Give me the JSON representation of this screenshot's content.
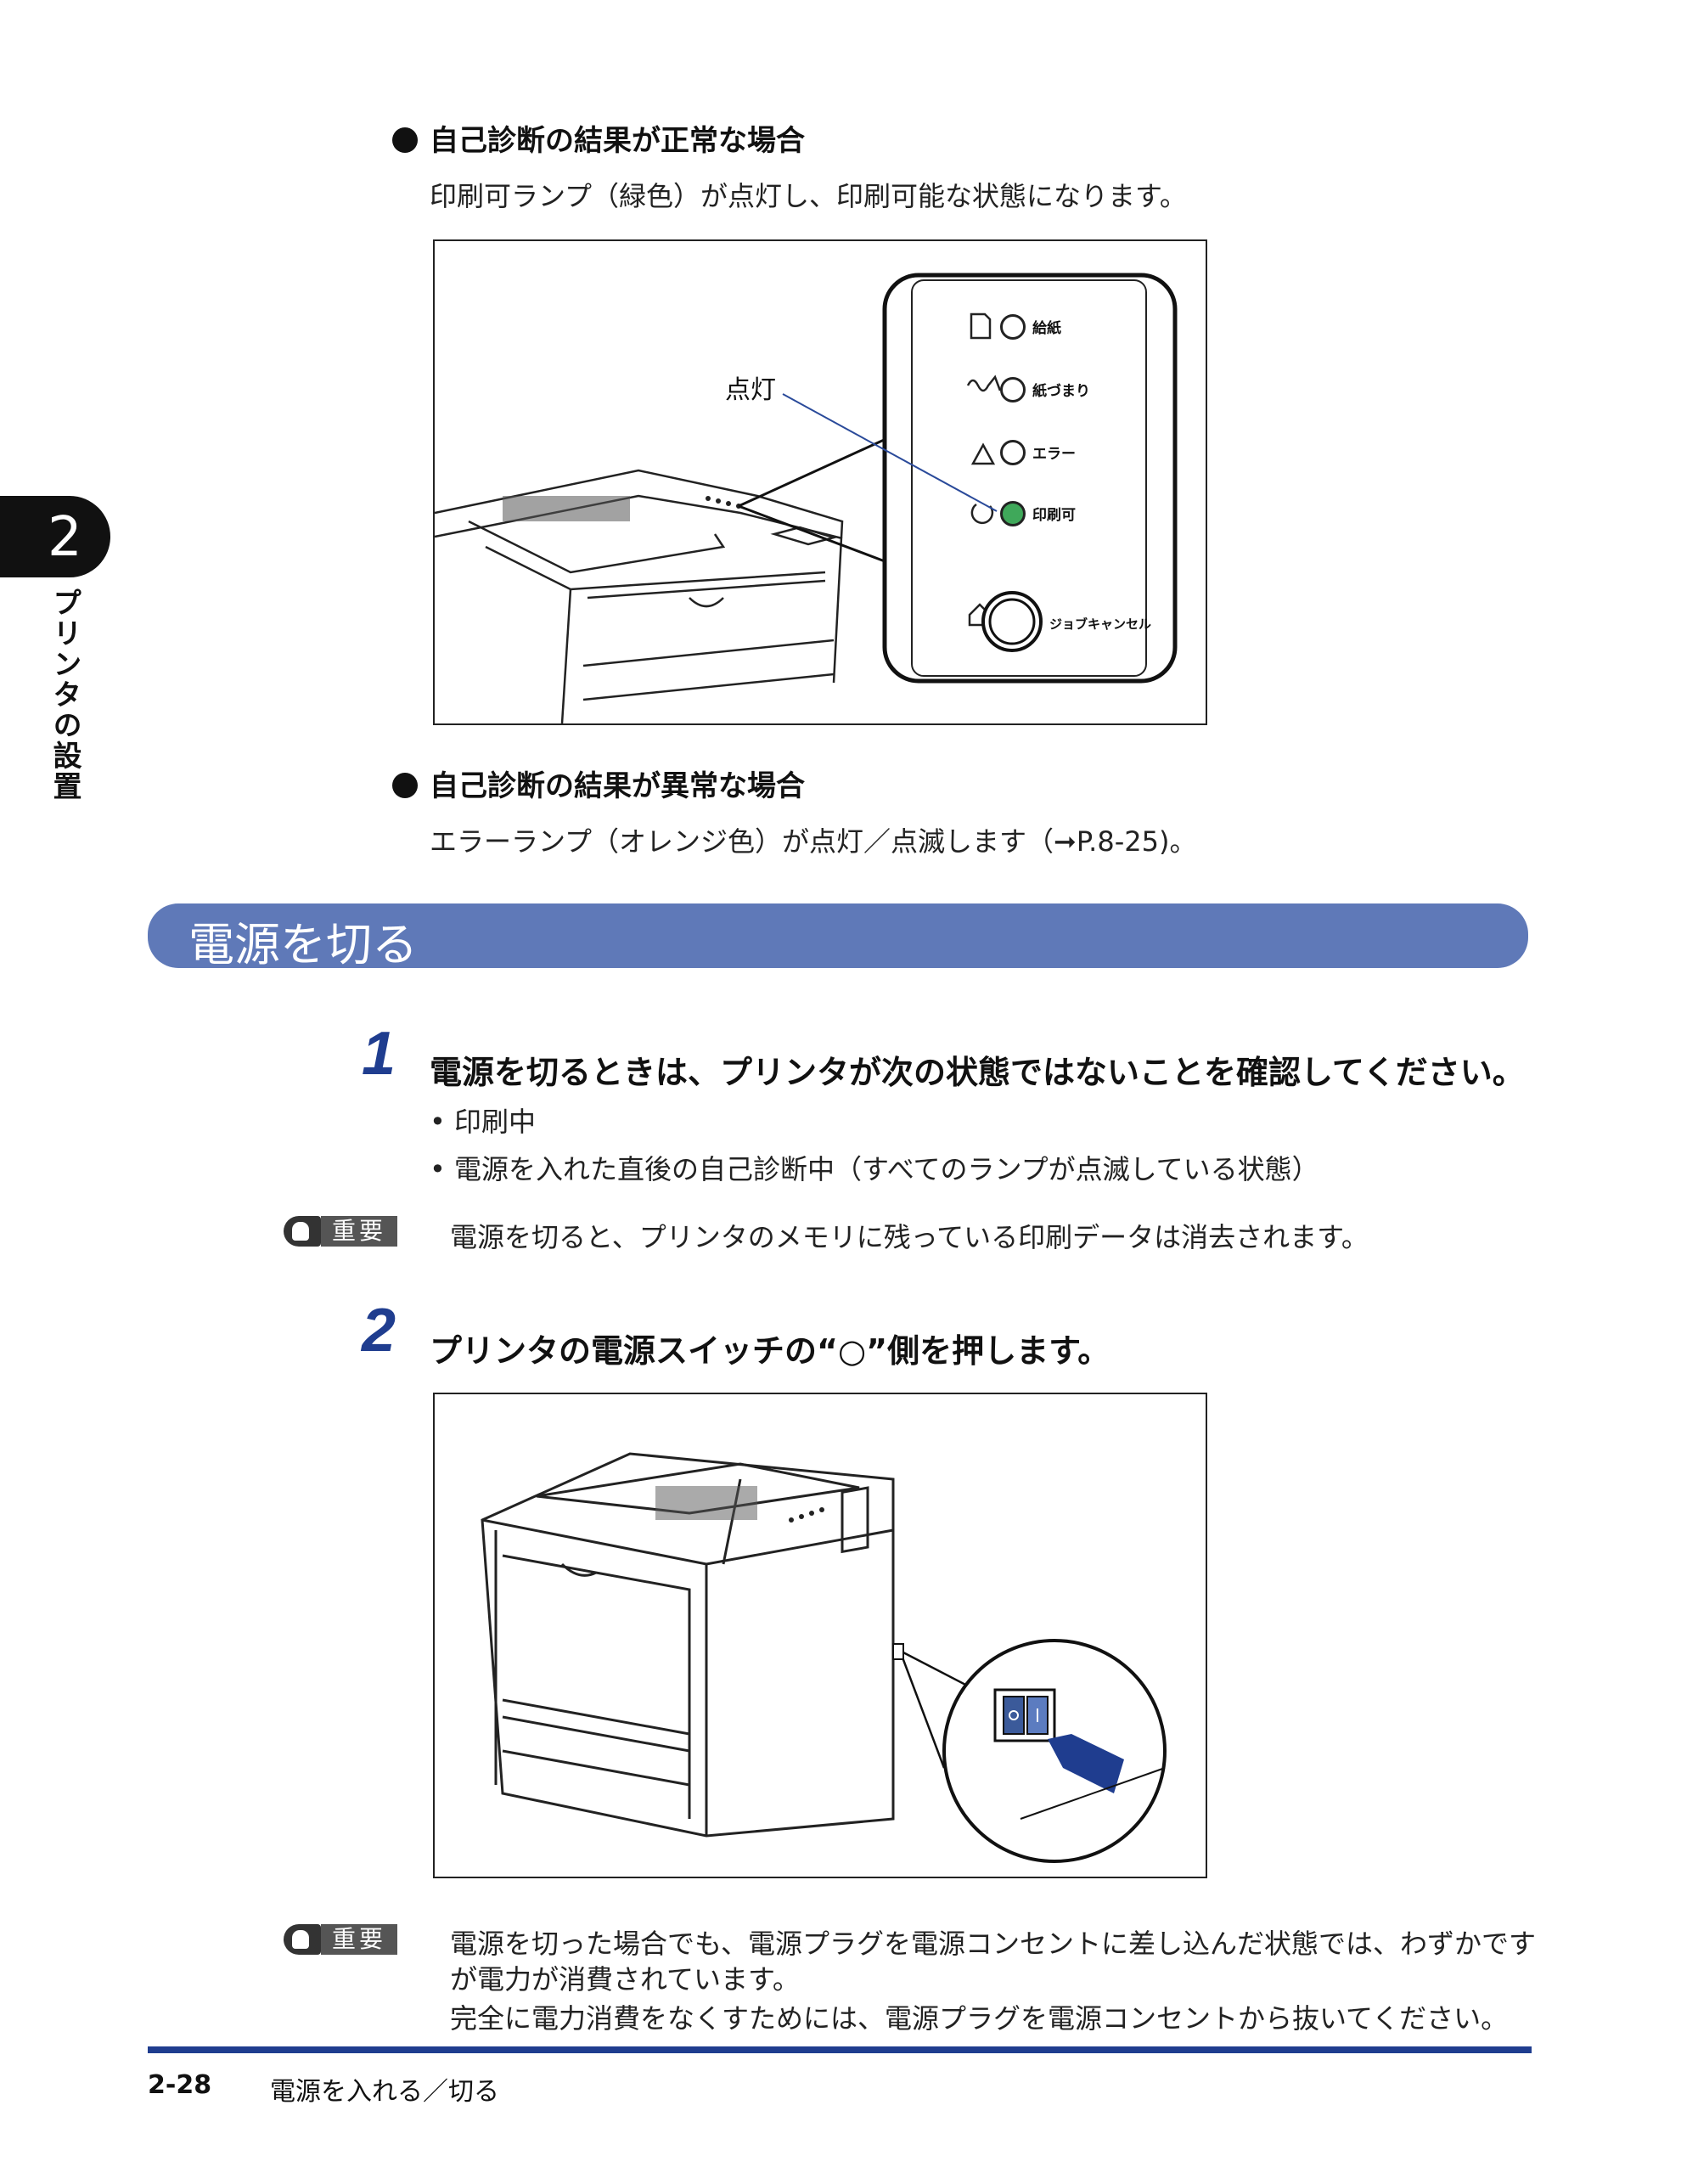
{
  "side_tab": {
    "chapter_number": "2",
    "chapter_title": "プリンタの設置"
  },
  "sections": {
    "normal": {
      "heading": "自己診断の結果が正常な場合",
      "text": "印刷可ランプ（緑色）が点灯し、印刷可能な状態になります。"
    },
    "abnormal": {
      "heading": "自己診断の結果が異常な場合",
      "text": "エラーランプ（オレンジ色）が点灯／点滅します（➞P.8-25)。"
    }
  },
  "figure1": {
    "callout": "点灯",
    "panel_items": [
      "給紙",
      "紙づまり",
      "エラー",
      "印刷可"
    ],
    "cancel_label": "ジョブキャンセル"
  },
  "section_bar": {
    "title": "電源を切る"
  },
  "step1": {
    "number": "1",
    "title": "電源を切るときは、プリンタが次の状態ではないことを確認してください。",
    "items": [
      "• 印刷中",
      "• 電源を入れた直後の自己診断中（すべてのランプが点滅している状態）"
    ]
  },
  "important1": {
    "label": "重要",
    "text": "電源を切ると、プリンタのメモリに残っている印刷データは消去されます。"
  },
  "step2": {
    "number": "2",
    "title": "プリンタの電源スイッチの“○”側を押します。"
  },
  "important2": {
    "label": "重要",
    "lines": [
      "電源を切った場合でも、電源プラグを電源コンセントに差し込んだ状態では、わずかです",
      "が電力が消費されています。",
      "完全に電力消費をなくすためには、電源プラグを電源コンセントから抜いてください。"
    ]
  },
  "footer": {
    "page": "2-28",
    "title": "電源を入れる／切る"
  },
  "colors": {
    "accent_blue": "#1f3d8f",
    "bar_blue": "#5f79b8",
    "lamp_green": "#3fa85a"
  }
}
